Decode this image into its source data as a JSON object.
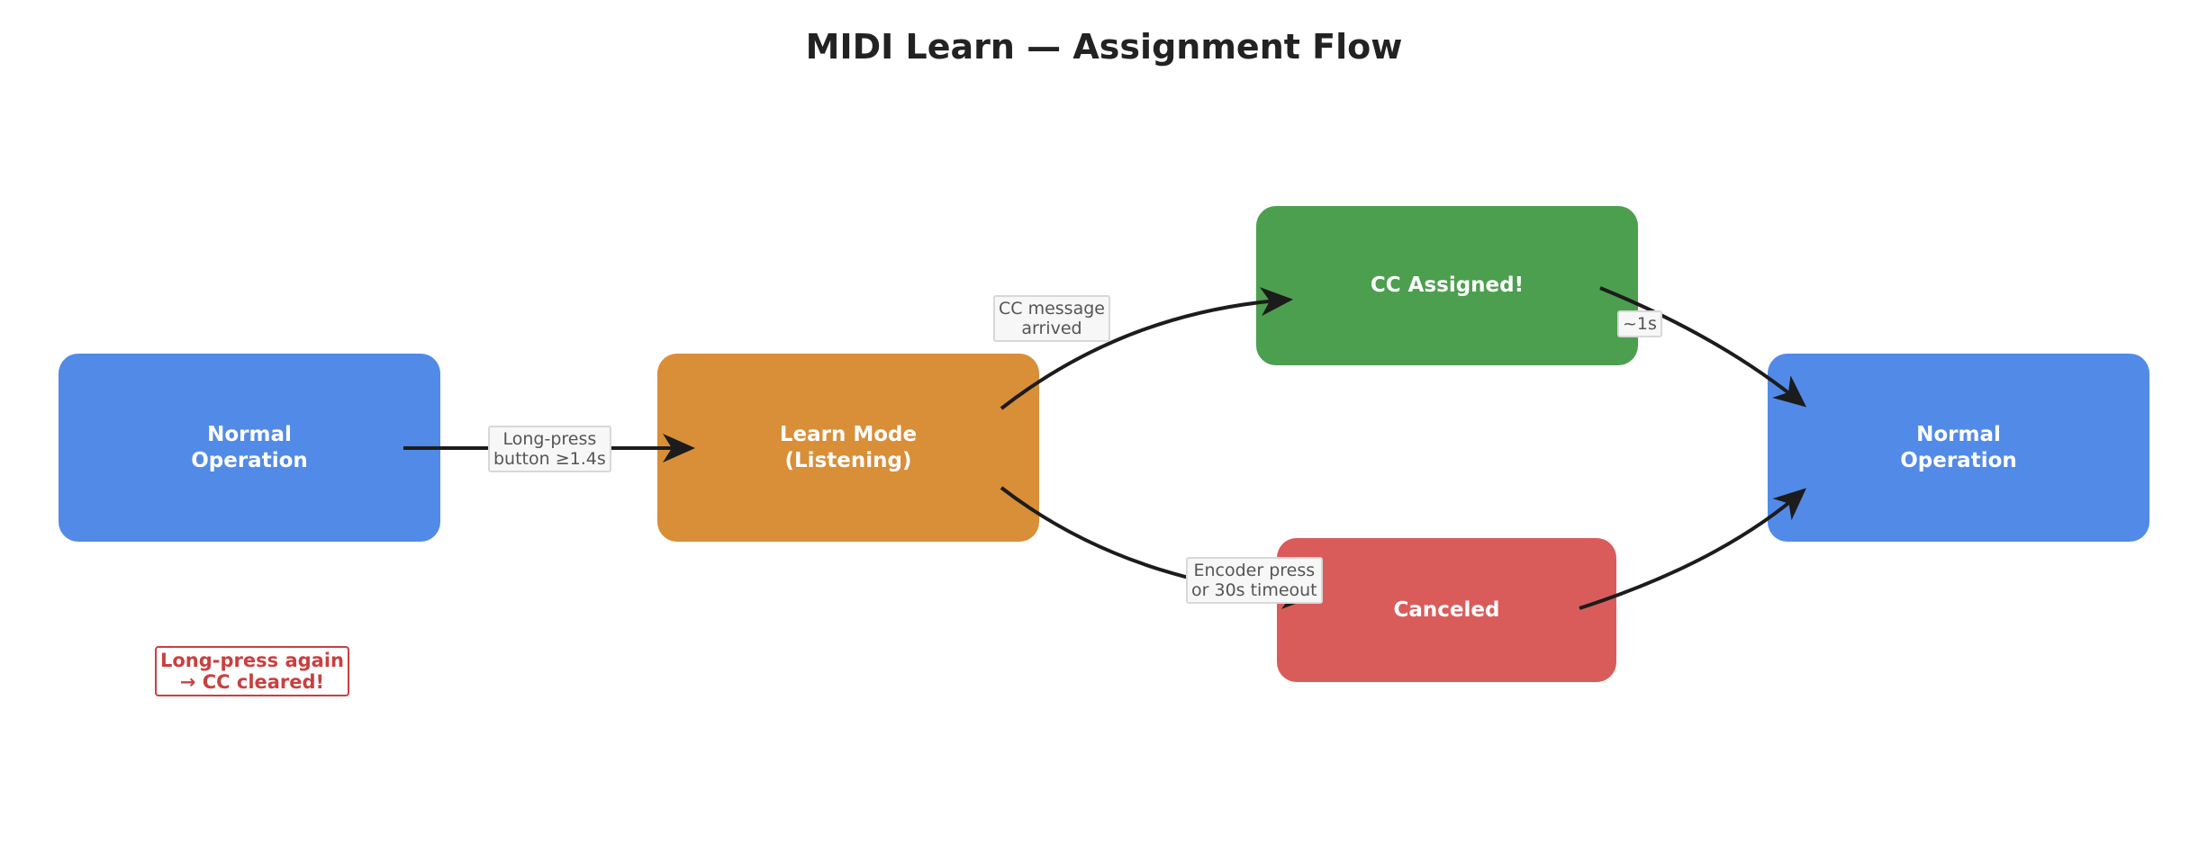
{
  "title": "MIDI Learn — Assignment Flow",
  "colors": {
    "normal": "#528ae8",
    "learn": "#d98e38",
    "assigned": "#4c9f4e",
    "canceled": "#d95c5b",
    "arrow": "#1c1c1c",
    "note": "#c94040"
  },
  "nodes": {
    "normal_start": "Normal\nOperation",
    "learn_mode": "Learn Mode\n(Listening)",
    "cc_assigned": "CC Assigned!",
    "canceled": "Canceled",
    "normal_end": "Normal\nOperation"
  },
  "edges": {
    "long_press": "Long-press\nbutton ≥1.4s",
    "cc_arrived": "CC message\narrived",
    "one_sec": "~1s",
    "encoder_timeout": "Encoder press\nor 30s timeout"
  },
  "note": "Long-press again\n→ CC cleared!"
}
